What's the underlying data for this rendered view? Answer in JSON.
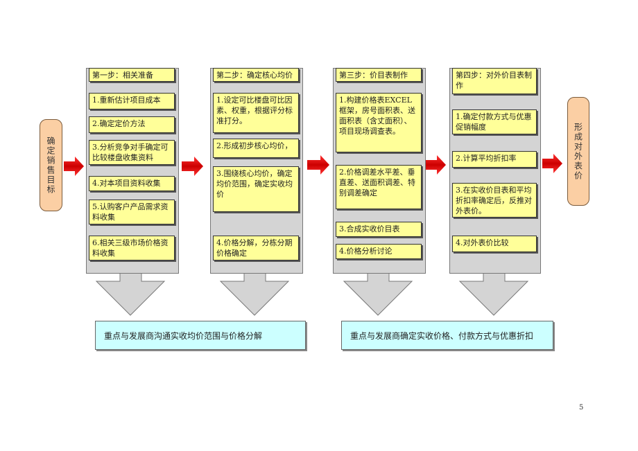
{
  "side_left": "确定销售目标",
  "side_right": "形成对外表价",
  "columns": [
    {
      "header": "第一步：相关准备",
      "items": [
        "1.重新估计项目成本",
        "2.确定定价方法",
        "3.分析竞争对手确定可比较楼盘收集资料",
        "4.对本项目资料收集",
        "5.认购客户产品需求资料收集",
        "6.相关三级市场价格资料收集"
      ]
    },
    {
      "header": "第二步：确定核心均价",
      "items": [
        "1.设定可比楼盘可比因素、权重，根据评分标准打分。",
        "2.形成初步核心均价，",
        "3.围绕核心均价，确定均价范围，确定实收均价",
        "4.价格分解，分栋分期价格确定"
      ]
    },
    {
      "header": "第三步：价目表制作",
      "items": [
        "1.构建价格表EXCEL框架，房号面积表、送面积表（含丈面积）、项目现场调查表。",
        "2.价格调差水平差、垂直差、送面积调差、特别调差确定",
        "3.合成实收价目表",
        "4.价格分析讨论"
      ]
    },
    {
      "header": "第四步：对外价目表制作",
      "items": [
        "1.确定付款方式与优惠促销幅度",
        "2.计算平均折扣率",
        "3.在实收价目表和平均折扣率确定后，反推对外表价。",
        "4.对外表价比较"
      ]
    }
  ],
  "bottom_left": "重点与发展商沟通实收均价范围与价格分解",
  "bottom_right": "重点与发展商确定实收价格、付款方式与优惠折扣",
  "page_number": "5",
  "colors": {
    "yellow": "#ffff99",
    "gray": "#d4d4d4",
    "peach": "#fbcfa4",
    "cyan": "#ccffff",
    "red_arrow": "#e60000"
  }
}
